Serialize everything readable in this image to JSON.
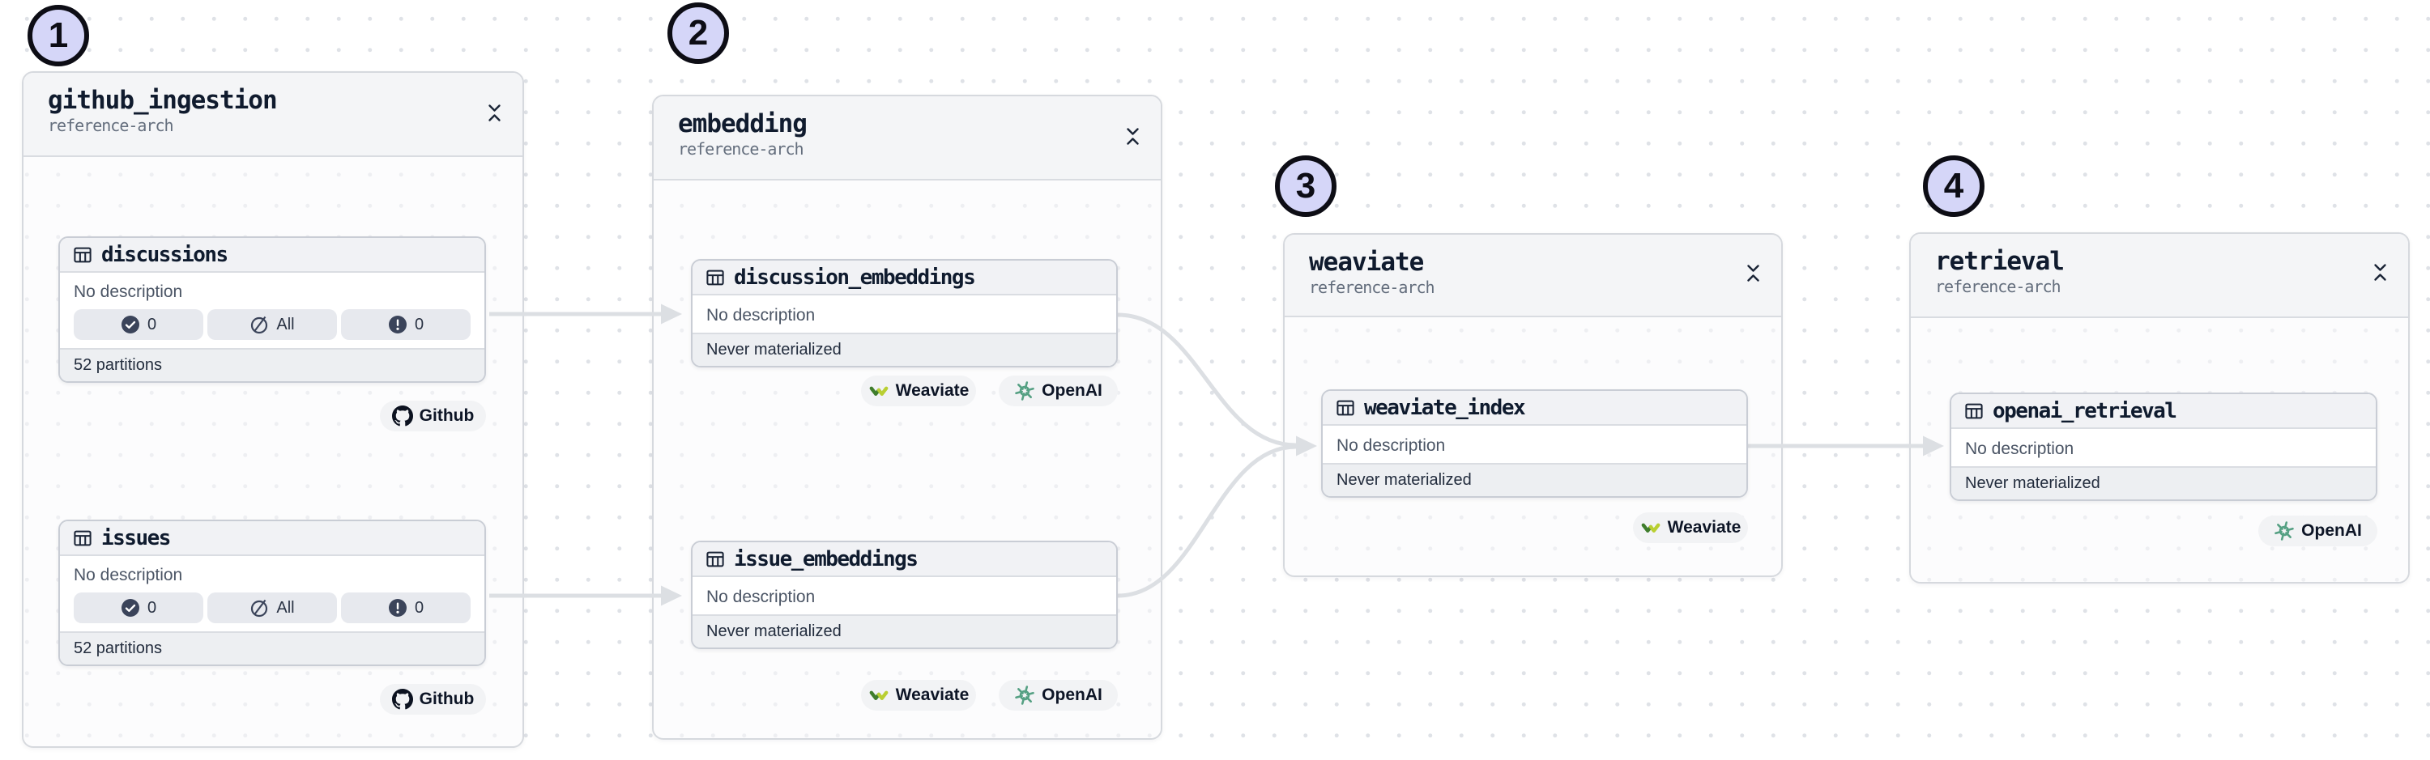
{
  "badges": {
    "b1": "1",
    "b2": "2",
    "b3": "3",
    "b4": "4"
  },
  "groups": {
    "github_ingestion": {
      "title": "github_ingestion",
      "subtitle": "reference-arch"
    },
    "embedding": {
      "title": "embedding",
      "subtitle": "reference-arch"
    },
    "weaviate": {
      "title": "weaviate",
      "subtitle": "reference-arch"
    },
    "retrieval": {
      "title": "retrieval",
      "subtitle": "reference-arch"
    }
  },
  "assets": {
    "discussions": {
      "name": "discussions",
      "description": "No description",
      "counts": {
        "materialized": "0",
        "missing": "All",
        "failed": "0"
      },
      "footer": "52 partitions",
      "tags": [
        "Github"
      ]
    },
    "issues": {
      "name": "issues",
      "description": "No description",
      "counts": {
        "materialized": "0",
        "missing": "All",
        "failed": "0"
      },
      "footer": "52 partitions",
      "tags": [
        "Github"
      ]
    },
    "discussion_embeddings": {
      "name": "discussion_embeddings",
      "description": "No description",
      "status": "Never materialized",
      "tags": [
        "Weaviate",
        "OpenAI"
      ]
    },
    "issue_embeddings": {
      "name": "issue_embeddings",
      "description": "No description",
      "status": "Never materialized",
      "tags": [
        "Weaviate",
        "OpenAI"
      ]
    },
    "weaviate_index": {
      "name": "weaviate_index",
      "description": "No description",
      "status": "Never materialized",
      "tags": [
        "Weaviate"
      ]
    },
    "openai_retrieval": {
      "name": "openai_retrieval",
      "description": "No description",
      "status": "Never materialized",
      "tags": [
        "OpenAI"
      ]
    }
  },
  "edges": [
    {
      "from": "discussions",
      "to": "discussion_embeddings"
    },
    {
      "from": "issues",
      "to": "issue_embeddings"
    },
    {
      "from": "discussion_embeddings",
      "to": "weaviate_index"
    },
    {
      "from": "issue_embeddings",
      "to": "weaviate_index"
    },
    {
      "from": "weaviate_index",
      "to": "openai_retrieval"
    }
  ],
  "colors": {
    "badge_fill": "#d5d6f8",
    "edge": "#dcdfe3",
    "group_header": "#f4f5f7",
    "node_header": "#f1f2f5",
    "node_footer": "#edeff2",
    "pill_bg": "#e7e9ee",
    "icon_dark": "#3b445a",
    "openai_green": "#55a083",
    "weaviate_green": "#3f7d2c",
    "weaviate_yellow": "#b9cf32",
    "github_black": "#0c1220"
  }
}
